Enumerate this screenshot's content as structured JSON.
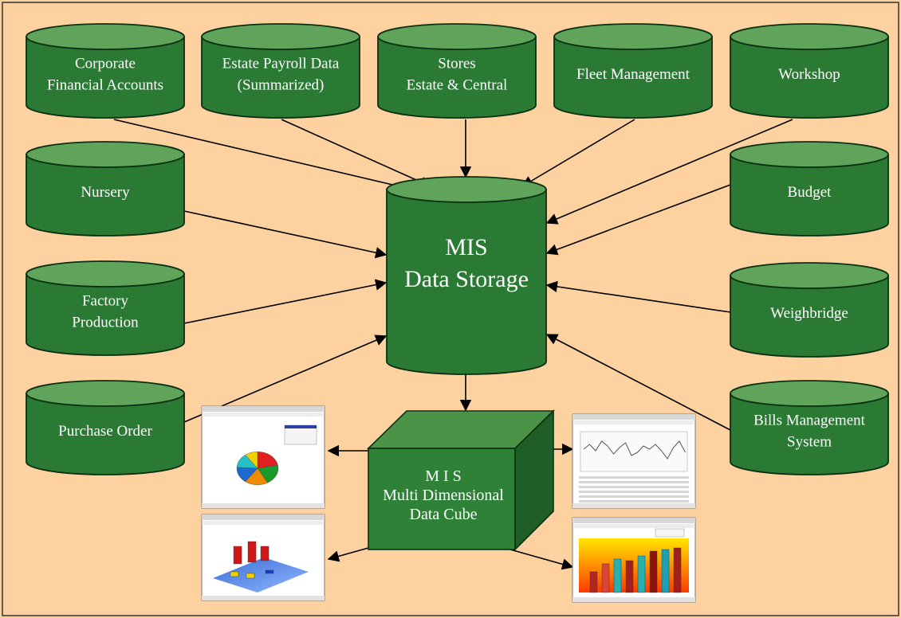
{
  "colors": {
    "background": "#fdd1a0",
    "frame": "#333333",
    "cylinder_body": "#2a7a34",
    "cylinder_top": "#5fa45a",
    "cylinder_edge": "#0c3012",
    "arrow": "#000000",
    "label": "#ffffff"
  },
  "sources": [
    {
      "id": "corporate",
      "lines": [
        "Corporate",
        "Financial Accounts"
      ]
    },
    {
      "id": "payroll",
      "lines": [
        "Estate Payroll Data",
        "(Summarized)"
      ]
    },
    {
      "id": "stores",
      "lines": [
        "Stores",
        "Estate & Central"
      ]
    },
    {
      "id": "fleet",
      "lines": [
        "Fleet Management"
      ]
    },
    {
      "id": "workshop",
      "lines": [
        "Workshop"
      ]
    },
    {
      "id": "nursery",
      "lines": [
        "Nursery"
      ]
    },
    {
      "id": "budget",
      "lines": [
        "Budget"
      ]
    },
    {
      "id": "factory",
      "lines": [
        "Factory",
        "Production"
      ]
    },
    {
      "id": "weighbridge",
      "lines": [
        "Weighbridge"
      ]
    },
    {
      "id": "purchase",
      "lines": [
        "Purchase Order"
      ]
    },
    {
      "id": "bills",
      "lines": [
        "Bills Management",
        "System"
      ]
    }
  ],
  "central": {
    "lines": [
      "MIS",
      "Data Storage"
    ]
  },
  "cube": {
    "lines": [
      "M I S",
      "Multi Dimensional",
      "Data Cube"
    ]
  },
  "report_thumbnails": [
    {
      "id": "pie-report",
      "chart": "pie"
    },
    {
      "id": "line-report",
      "chart": "line"
    },
    {
      "id": "bar3d-report",
      "chart": "3d-bar"
    },
    {
      "id": "bar-report",
      "chart": "bar"
    }
  ]
}
